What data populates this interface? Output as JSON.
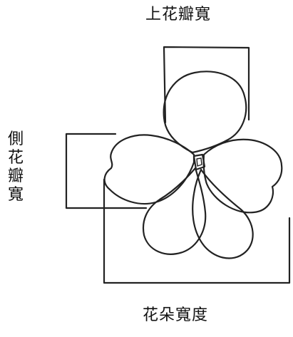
{
  "labels": {
    "top": "上花瓣寬",
    "side": "側花瓣寬",
    "bottom": "花朵寬度"
  },
  "colors": {
    "stroke": "#222222",
    "background": "#ffffff"
  }
}
